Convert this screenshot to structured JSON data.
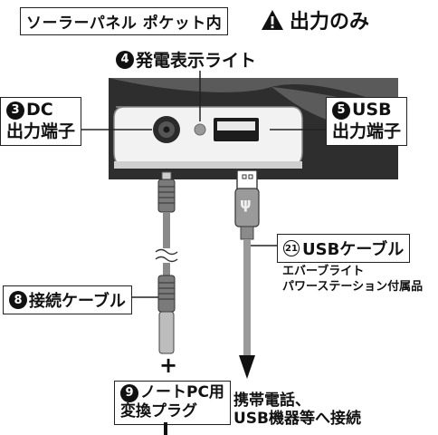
{
  "header": {
    "location_label": "ソーラーパネル ポケット内",
    "warning_text": "出力のみ"
  },
  "led": {
    "number": "4",
    "label": "発電表示ライト"
  },
  "dc_output": {
    "number": "3",
    "label_line1": "DC",
    "label_line2": "出力端子"
  },
  "usb_output": {
    "number": "5",
    "label_line1": "USB",
    "label_line2": "出力端子"
  },
  "usb_cable": {
    "number": "21",
    "label": "USBケーブル",
    "note_line1": "エバーブライト",
    "note_line2": "パワーステーション付属品"
  },
  "connect_cable": {
    "number": "8",
    "label": "接続ケーブル"
  },
  "plug": {
    "number": "9",
    "label_line1": "ノートPC用",
    "label_line2": "変換プラグ"
  },
  "plus_sign": "+",
  "destination": {
    "line1": "携帯電話、",
    "line2": "USB機器等へ接続"
  },
  "usb_symbol": "ψ",
  "colors": {
    "panel_dark": "#3a3a3a",
    "panel_light": "#f4f4f4",
    "cable": "#9a9a9a",
    "line": "#222222"
  }
}
